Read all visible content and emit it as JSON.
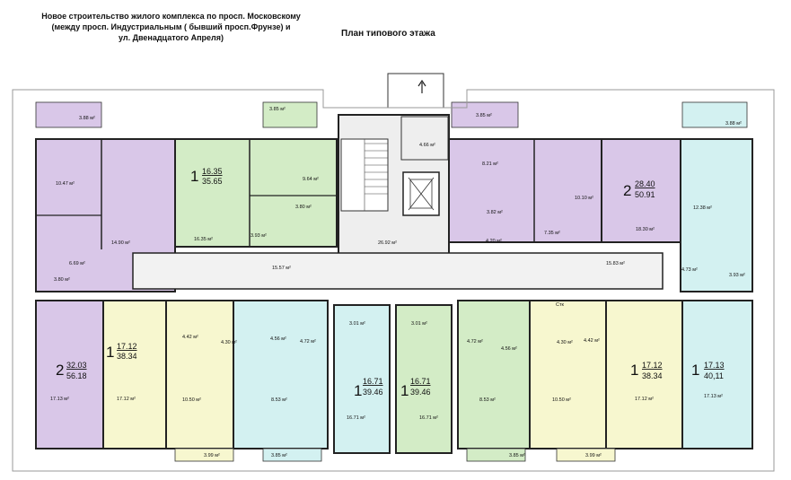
{
  "header": {
    "line1": "Новое строительство жилого комплекса по просп. Московскому",
    "line2": "(между просп. Индустриальным ( бывший просп.Фрунзе) и",
    "line3": "ул. Двенадцатого Апреля)"
  },
  "title": "План типового этажа",
  "colors": {
    "purple": "#d9c7e8",
    "green": "#d3ecc6",
    "cyan": "#d3f1f1",
    "yellow": "#f7f7cf",
    "corridor": "#f2f2f2",
    "wall": "#222222"
  },
  "apartments": [
    {
      "rooms": "2",
      "living": "32.03",
      "total": "56.18"
    },
    {
      "rooms": "1",
      "living": "17.12",
      "total": "38.34"
    },
    {
      "rooms": "1",
      "living": "16.35",
      "total": "35.65"
    },
    {
      "rooms": "1",
      "living": "16.71",
      "total": "39.46"
    },
    {
      "rooms": "1",
      "living": "16.71",
      "total": "39.46"
    },
    {
      "rooms": "2",
      "living": "28.40",
      "total": "50.91"
    },
    {
      "rooms": "1",
      "living": "17.12",
      "total": "38.34"
    },
    {
      "rooms": "1",
      "living": "17.13",
      "total": "40,11"
    }
  ],
  "areas": {
    "a1": "3.88 м²",
    "a2": "3.85 м²",
    "a3": "4.66 м²",
    "a4": "3.85 м²",
    "a5": "3.88 м²",
    "a6": "10.47 м²",
    "a7": "14.90 м²",
    "a8": "6.69 м²",
    "a9": "3.80 м²",
    "a10": "9.64 м²",
    "a11": "3.80 м²",
    "a12": "3.93 м²",
    "a13": "16.35 м²",
    "a14": "15.57 м²",
    "a15": "26.92 м²",
    "a16": "8.21 м²",
    "a17": "10.10 м²",
    "a18": "3.82 м²",
    "a19": "7.35 м²",
    "a20": "4.20 м²",
    "a21": "18.30 м²",
    "a22": "12.38 м²",
    "a23": "15.83 м²",
    "a24": "4.73 м²",
    "a25": "3.93 м²",
    "a26": "4.42 м²",
    "a27": "4.30 м²",
    "a28": "4.56 м²",
    "a29": "4.72 м²",
    "a30": "3.01 м²",
    "a31": "3.01 м²",
    "a32": "4.72 м²",
    "a33": "4.56 м²",
    "a34": "4.30 м²",
    "a35": "4.42 м²",
    "a36": "17.13 м²",
    "a37": "17.12 м²",
    "a38": "10.50 м²",
    "a39": "8.53 м²",
    "a40": "16.71 м²",
    "a41": "16.71 м²",
    "a42": "8.53 м²",
    "a43": "10.50 м²",
    "a44": "17.12 м²",
    "a45": "17.13 м²",
    "a46": "3.99 м²",
    "a47": "3.85 м²",
    "a48": "3.85 м²",
    "a49": "3.99 м²"
  },
  "stack_label": "Стк"
}
